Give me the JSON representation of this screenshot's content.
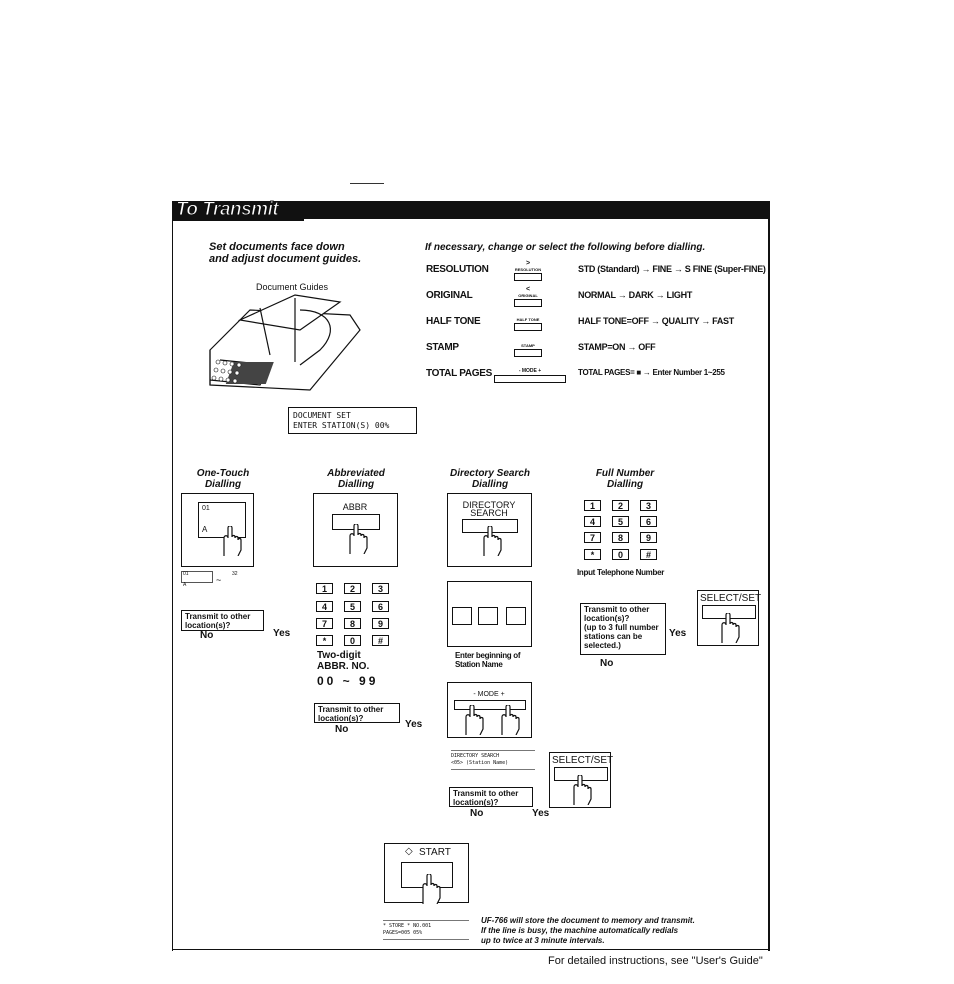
{
  "header": {
    "title": "To Transmit"
  },
  "step1": {
    "line1": "Set documents face down",
    "line2": "and adjust document guides.",
    "guides_label": "Document Guides"
  },
  "options": {
    "heading": "If necessary, change or select the following before dialling.",
    "rows": [
      {
        "name": "RESOLUTION",
        "button": "RESOLUTION",
        "sym": ">",
        "sequence": "STD (Standard) → FINE → S FINE (Super-FINE)"
      },
      {
        "name": "ORIGINAL",
        "button": "ORIGINAL",
        "sym": "<",
        "sequence": "NORMAL → DARK → LIGHT"
      },
      {
        "name": "HALF TONE",
        "button": "HALF TONE",
        "sym": "",
        "sequence": "HALF TONE=OFF → QUALITY → FAST"
      },
      {
        "name": "STAMP",
        "button": "STAMP",
        "sym": "",
        "sequence": "STAMP=ON → OFF"
      },
      {
        "name": "TOTAL PAGES",
        "button": "- MODE +",
        "sym": "",
        "sequence": "TOTAL PAGES= ■ → Enter Number 1~255"
      }
    ]
  },
  "lcd_main": {
    "line1": "DOCUMENT SET",
    "line2": "ENTER STATION(S) 00%"
  },
  "methods": {
    "one_touch": {
      "title1": "One-Touch",
      "title2": "Dialling",
      "key_num": "01",
      "key_letter": "A",
      "range_from": "01",
      "range_to": "32",
      "range_a": "A"
    },
    "abbr": {
      "title1": "Abbreviated",
      "title2": "Dialling",
      "button": "ABBR",
      "caption1": "Two-digit",
      "caption2": "ABBR. NO.",
      "range": "00 ~ 99"
    },
    "directory": {
      "title1": "Directory Search",
      "title2": "Dialling",
      "button1": "DIRECTORY",
      "button2": "SEARCH",
      "caption1": "Enter beginning of",
      "caption2": "Station Name",
      "mode": "- MODE +",
      "lcd1": "DIRECTORY SEARCH",
      "lcd2": "<05> (Station Name)"
    },
    "full": {
      "title1": "Full Number",
      "title2": "Dialling",
      "caption": "Input Telephone Number"
    }
  },
  "keypad": [
    "1",
    "2",
    "3",
    "4",
    "5",
    "6",
    "7",
    "8",
    "9",
    "*",
    "0",
    "#"
  ],
  "question": {
    "short": "Transmit to other location(s)?",
    "l1": "Transmit to other",
    "l2": "location(s)?",
    "full1": "Transmit to other",
    "full2": "location(s)?",
    "full3": "(up to 3 full number",
    "full4": "stations can be",
    "full5": "selected.)",
    "no": "No",
    "yes": "Yes"
  },
  "select_set": "SELECT/SET",
  "start": {
    "label": "START",
    "lcd1": "* STORE *      NO.001",
    "lcd2": "PAGES=005      05%"
  },
  "final_note": {
    "l1": "UF-766 will store the document to memory and transmit.",
    "l2": "If the line is busy, the machine automatically redials",
    "l3": "up to twice at 3 minute intervals."
  },
  "footer": "For detailed instructions, see \"User's Guide\""
}
